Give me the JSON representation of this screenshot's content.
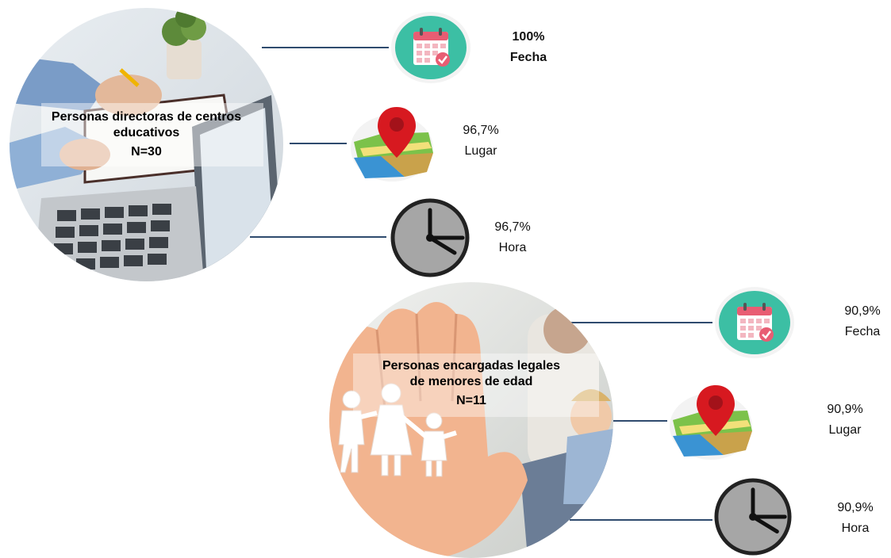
{
  "groups": [
    {
      "title_line1": "Personas directoras de centros",
      "title_line2": "educativos",
      "count": "N=30",
      "items": [
        {
          "icon": "calendar-icon",
          "percent": "100%",
          "label": "Fecha"
        },
        {
          "icon": "map-pin-icon",
          "percent": "96,7%",
          "label": "Lugar"
        },
        {
          "icon": "clock-icon",
          "percent": "96,7%",
          "label": "Hora"
        }
      ]
    },
    {
      "title_line1": "Personas encargadas legales",
      "title_line2": "de menores de edad",
      "count": "N=11",
      "items": [
        {
          "icon": "calendar-icon",
          "percent": "90,9%",
          "label": "Fecha"
        },
        {
          "icon": "map-pin-icon",
          "percent": "90,9%",
          "label": "Lugar"
        },
        {
          "icon": "clock-icon",
          "percent": "90,9%",
          "label": "Hora"
        }
      ]
    }
  ],
  "colors": {
    "connector": "#2f4b6e",
    "calendar_bg": "#3cbfa4",
    "calendar_accent": "#e85d73",
    "pin": "#d71920",
    "clock_face": "#a6a6a6"
  }
}
